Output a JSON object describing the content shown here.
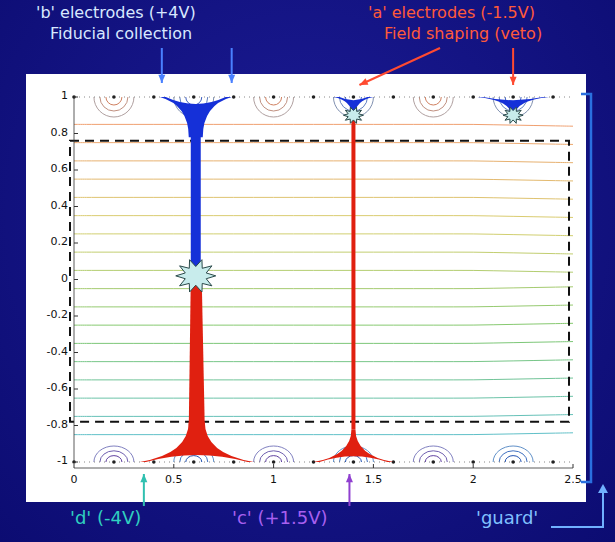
{
  "diagram": {
    "labels": [
      "'b' electrodes (+4V)",
      "Fiducial collection",
      "'a' electrodes (-1.5V)",
      "Field shaping (veto)",
      "1",
      "0.8",
      "0.6",
      "0.4",
      "0.2",
      "0",
      "-0.2",
      "-0.4",
      "-0.6",
      "-0.8",
      "-1",
      "0",
      "0.5",
      "1",
      "1.5",
      "2",
      "2.5",
      "'d' (-4V)",
      "'c' (+1.5V)",
      "'guard'"
    ]
  }
}
